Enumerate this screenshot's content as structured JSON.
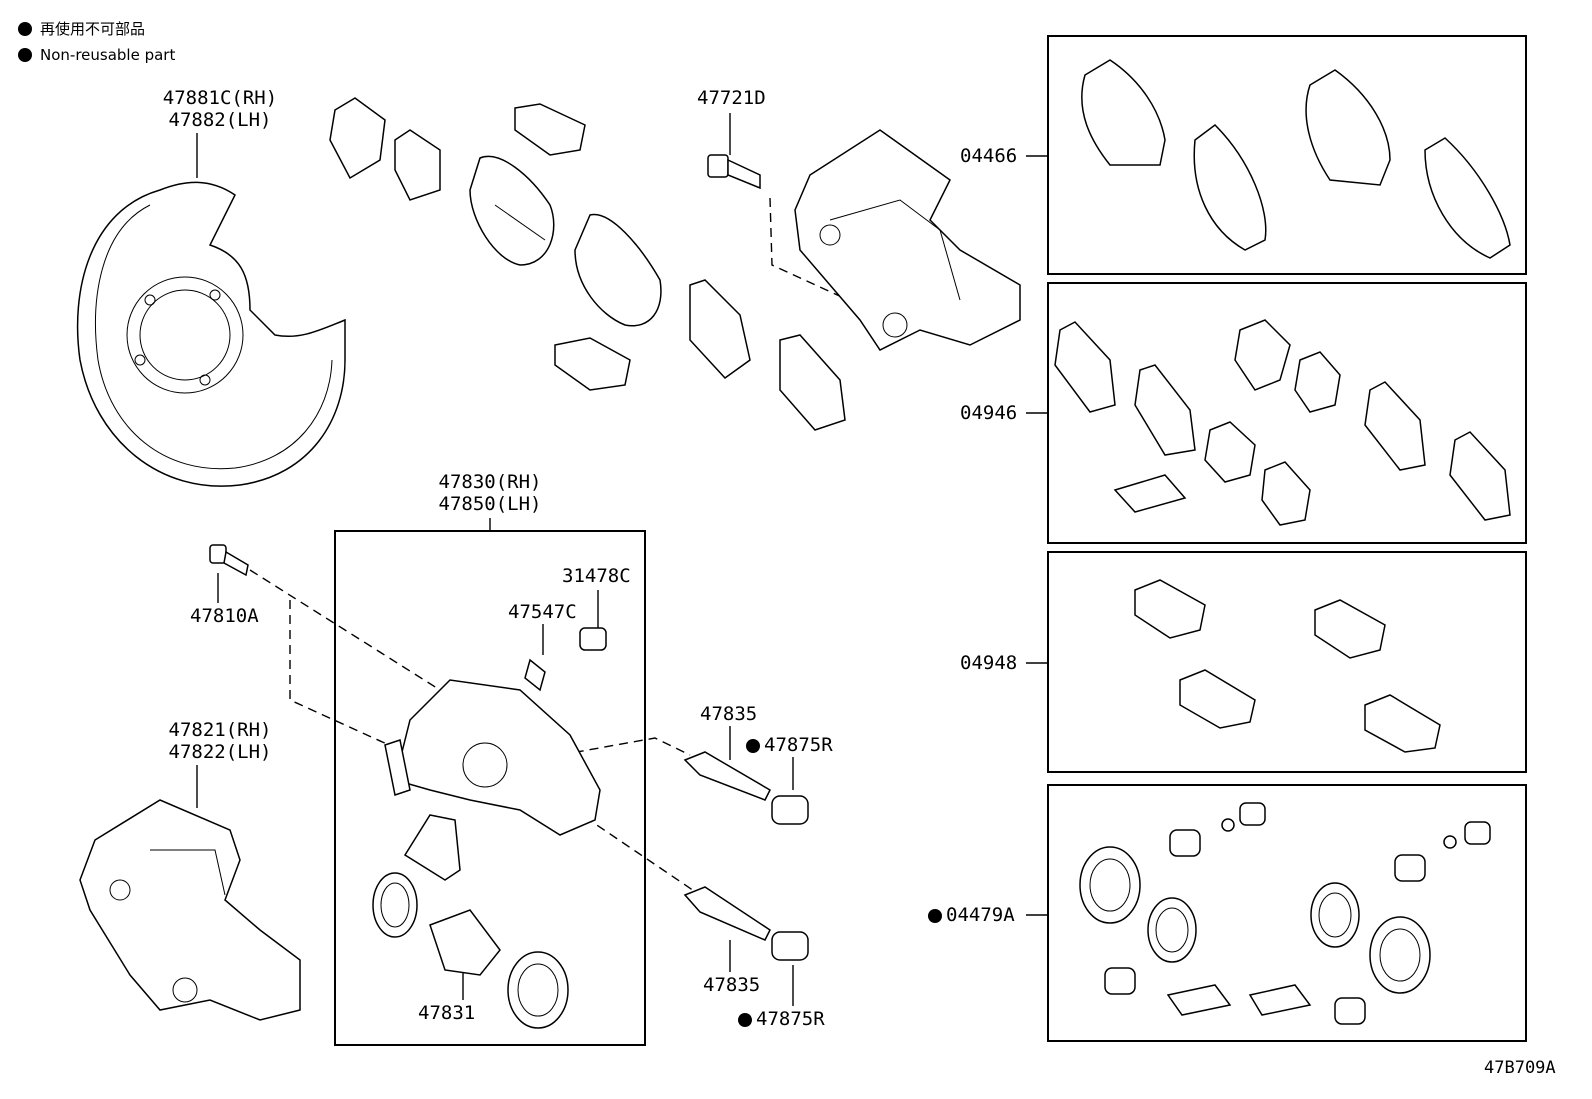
{
  "legend": {
    "line_ja": "再使用不可部品",
    "line_en": "Non-reusable part"
  },
  "labels": {
    "shield_rh": "47881C(RH)",
    "shield_lh": "47882(LH)",
    "bolt_47721d": "47721D",
    "caliper_rh": "47830(RH)",
    "caliper_lh": "47850(LH)",
    "bolt_47810a": "47810A",
    "cap_31478c": "31478C",
    "bleeder_47547c": "47547C",
    "mount_rh": "47821(RH)",
    "mount_lh": "47822(LH)",
    "pin_47835_top": "47835",
    "boot_47875r_top": "47875R",
    "pin_47835_bottom": "47835",
    "boot_47875r_bottom": "47875R",
    "piston_47831": "47831",
    "kit_04466": "04466",
    "kit_04946": "04946",
    "kit_04948": "04948",
    "kit_04479a": "04479A"
  },
  "footer": {
    "diagram_code": "47B709A"
  },
  "icons": {
    "non_reusable_marker": "filled-circle-icon"
  }
}
